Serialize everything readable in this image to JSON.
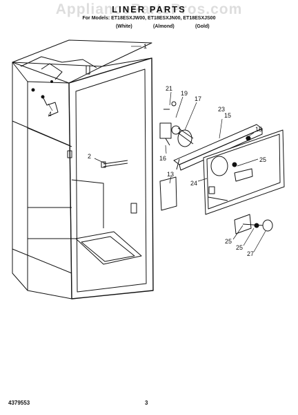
{
  "diagram": {
    "watermark": "AppliancePartsPros.com",
    "title": "LINER PARTS",
    "subtitle": "For Models: ET18ESXJW00, ET18ESXJN00, ET18ESXJS00",
    "finishes": [
      "(White)",
      "(Almond)",
      "(Gold)"
    ],
    "callouts": [
      "1",
      "2",
      "4",
      "13",
      "15",
      "15",
      "16",
      "17",
      "19",
      "21",
      "23",
      "24",
      "25",
      "25",
      "25",
      "27"
    ],
    "footer": {
      "part_number": "4379553",
      "page_number": "3"
    }
  }
}
